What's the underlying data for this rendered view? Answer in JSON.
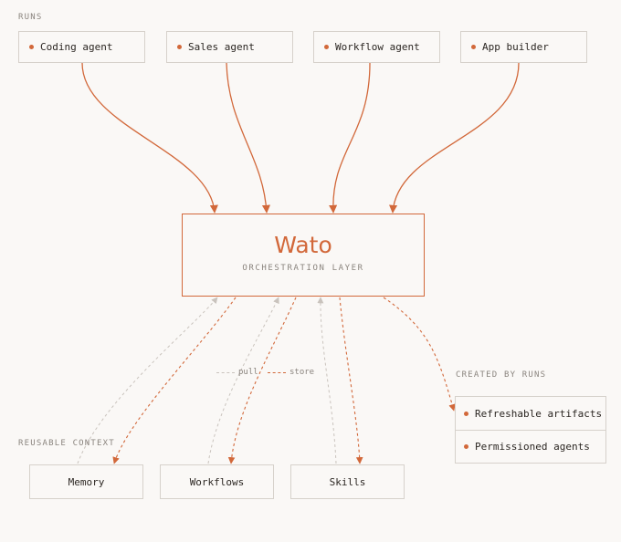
{
  "sections": {
    "runs": "RUNS",
    "reusable_context": "REUSABLE CONTEXT",
    "created_by_runs": "CREATED BY RUNS"
  },
  "runs": [
    "Coding agent",
    "Sales agent",
    "Workflow agent",
    "App builder"
  ],
  "center": {
    "title": "Wato",
    "subtitle": "ORCHESTRATION LAYER"
  },
  "legend": {
    "pull": "pull",
    "store": "store"
  },
  "context": [
    "Memory",
    "Workflows",
    "Skills"
  ],
  "created": [
    "Refreshable artifacts",
    "Permissioned agents"
  ],
  "colors": {
    "accent": "#d2683a",
    "pull_line": "#c9c3bd",
    "border": "#d6d1cb",
    "background": "#faf8f6"
  }
}
